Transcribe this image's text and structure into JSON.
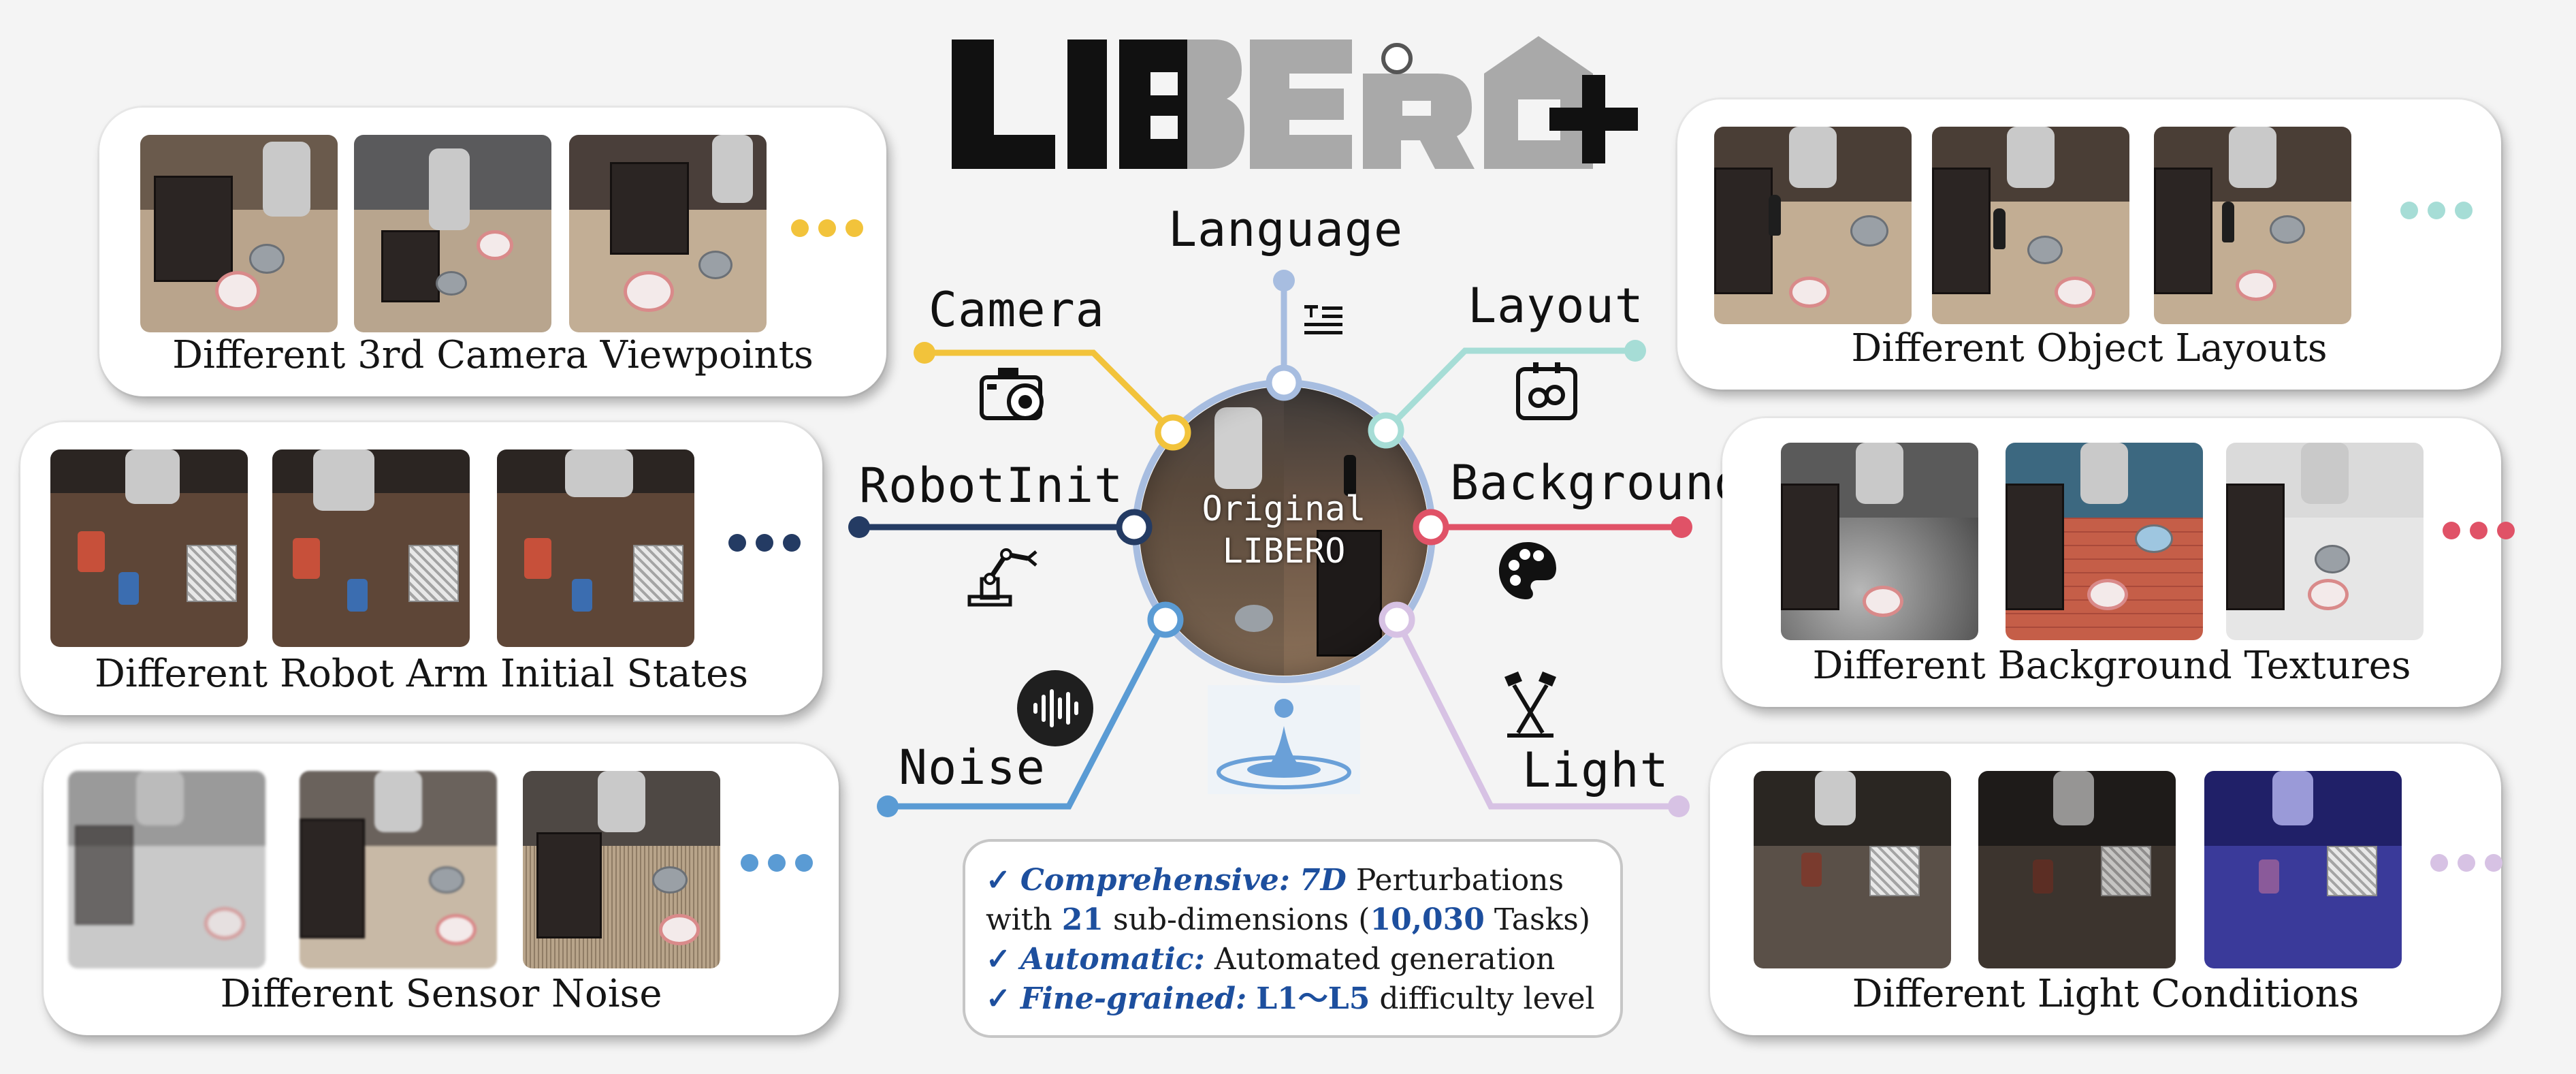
{
  "logo": {
    "text": "LIBERO",
    "plus": "+"
  },
  "center": {
    "line1": "Original",
    "line2": "LIBERO"
  },
  "dimensions": {
    "language": {
      "label": "Language",
      "color": "#a7bde0"
    },
    "camera": {
      "label": "Camera",
      "color": "#f2c33b"
    },
    "layout": {
      "label": "Layout",
      "color": "#a6ddd6"
    },
    "robotinit": {
      "label": "RobotInit",
      "color": "#243b63"
    },
    "background": {
      "label": "Background",
      "color": "#e05267"
    },
    "noise": {
      "label": "Noise",
      "color": "#5a9bd4"
    },
    "light": {
      "label": "Light",
      "color": "#d7c2e4"
    }
  },
  "panels": {
    "camera": {
      "caption": "Different 3rd Camera Viewpoints"
    },
    "robot": {
      "caption": "Different Robot Arm Initial States"
    },
    "noise": {
      "caption": "Different Sensor Noise"
    },
    "layout": {
      "caption": "Different Object Layouts"
    },
    "background": {
      "caption": "Different Background Textures"
    },
    "light": {
      "caption": "Different Light Conditions"
    }
  },
  "summary": {
    "line1": {
      "check": "✓",
      "keyword": "Comprehensive:",
      "num": "7D",
      "rest": " Perturbations"
    },
    "line2": {
      "pre": "with ",
      "num1": "21",
      "mid": " sub-dimensions (",
      "num2": "10,030",
      "post": " Tasks)"
    },
    "line3": {
      "check": "✓",
      "keyword": "Automatic:",
      "rest": " Automated generation"
    },
    "line4": {
      "check": "✓",
      "keyword": "Fine-grained:",
      "num": "L1～L5",
      "rest": " difficulty level"
    }
  }
}
